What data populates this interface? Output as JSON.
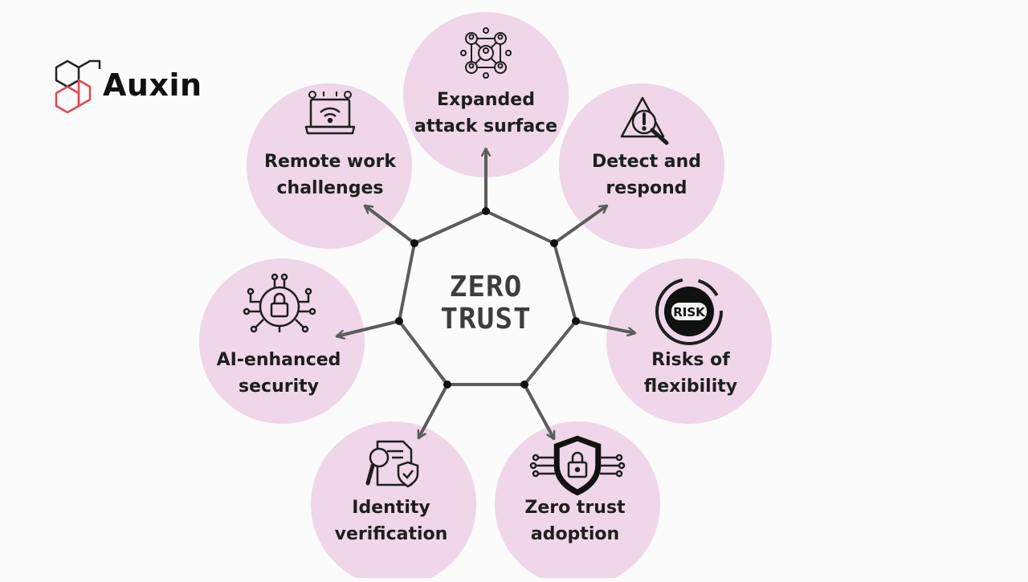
{
  "brand": {
    "name": "Auxin",
    "icon": "hexagon-molecule-icon"
  },
  "center": {
    "line1": "ZERO",
    "line2": "TRUST"
  },
  "nodes": [
    {
      "label_line1": "Expanded",
      "label_line2": "attack surface",
      "icon": "network-people-icon"
    },
    {
      "label_line1": "Detect and",
      "label_line2": "respond",
      "icon": "warning-magnifier-icon"
    },
    {
      "label_line1": "Risks of",
      "label_line2": "flexibility",
      "icon": "risk-gauge-icon"
    },
    {
      "label_line1": "Zero trust",
      "label_line2": "adoption",
      "icon": "shield-lock-circuit-icon"
    },
    {
      "label_line1": "Identity",
      "label_line2": "verification",
      "icon": "document-search-shield-icon"
    },
    {
      "label_line1": "AI-enhanced",
      "label_line2": "security",
      "icon": "circuit-lock-icon"
    },
    {
      "label_line1": "Remote work",
      "label_line2": "challenges",
      "icon": "laptop-wifi-icon"
    }
  ],
  "colors": {
    "circle": "#efd6e8",
    "line": "#5c5c5c",
    "text": "#1e1e1e",
    "logo_red": "#e0474c"
  }
}
